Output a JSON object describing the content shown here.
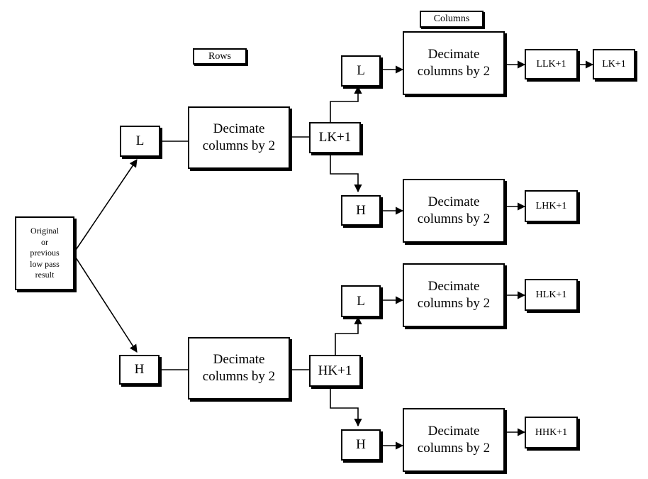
{
  "labels": {
    "rows": "Rows",
    "columns": "Columns"
  },
  "input": {
    "line1": "Original",
    "line2": "or",
    "line3": "previous",
    "line4": "low pass",
    "line5": "result"
  },
  "stage1": {
    "low_filter": "L",
    "high_filter": "H",
    "decimate_top": "Decimate columns by 2",
    "decimate_bottom": "Decimate columns by 2",
    "low_output": "LK+1",
    "high_output": "HK+1"
  },
  "stage2": {
    "ll_filter": "L",
    "lh_filter": "H",
    "hl_filter": "L",
    "hh_filter": "H",
    "decimate_ll": "Decimate columns by 2",
    "decimate_lh": "Decimate columns by 2",
    "decimate_hl": "Decimate columns by 2",
    "decimate_hh": "Decimate columns by 2",
    "ll_output": "LLK+1",
    "lh_output": "LHK+1",
    "hl_output": "HLK+1",
    "hh_output": "HHK+1",
    "next_level": "LK+1"
  }
}
